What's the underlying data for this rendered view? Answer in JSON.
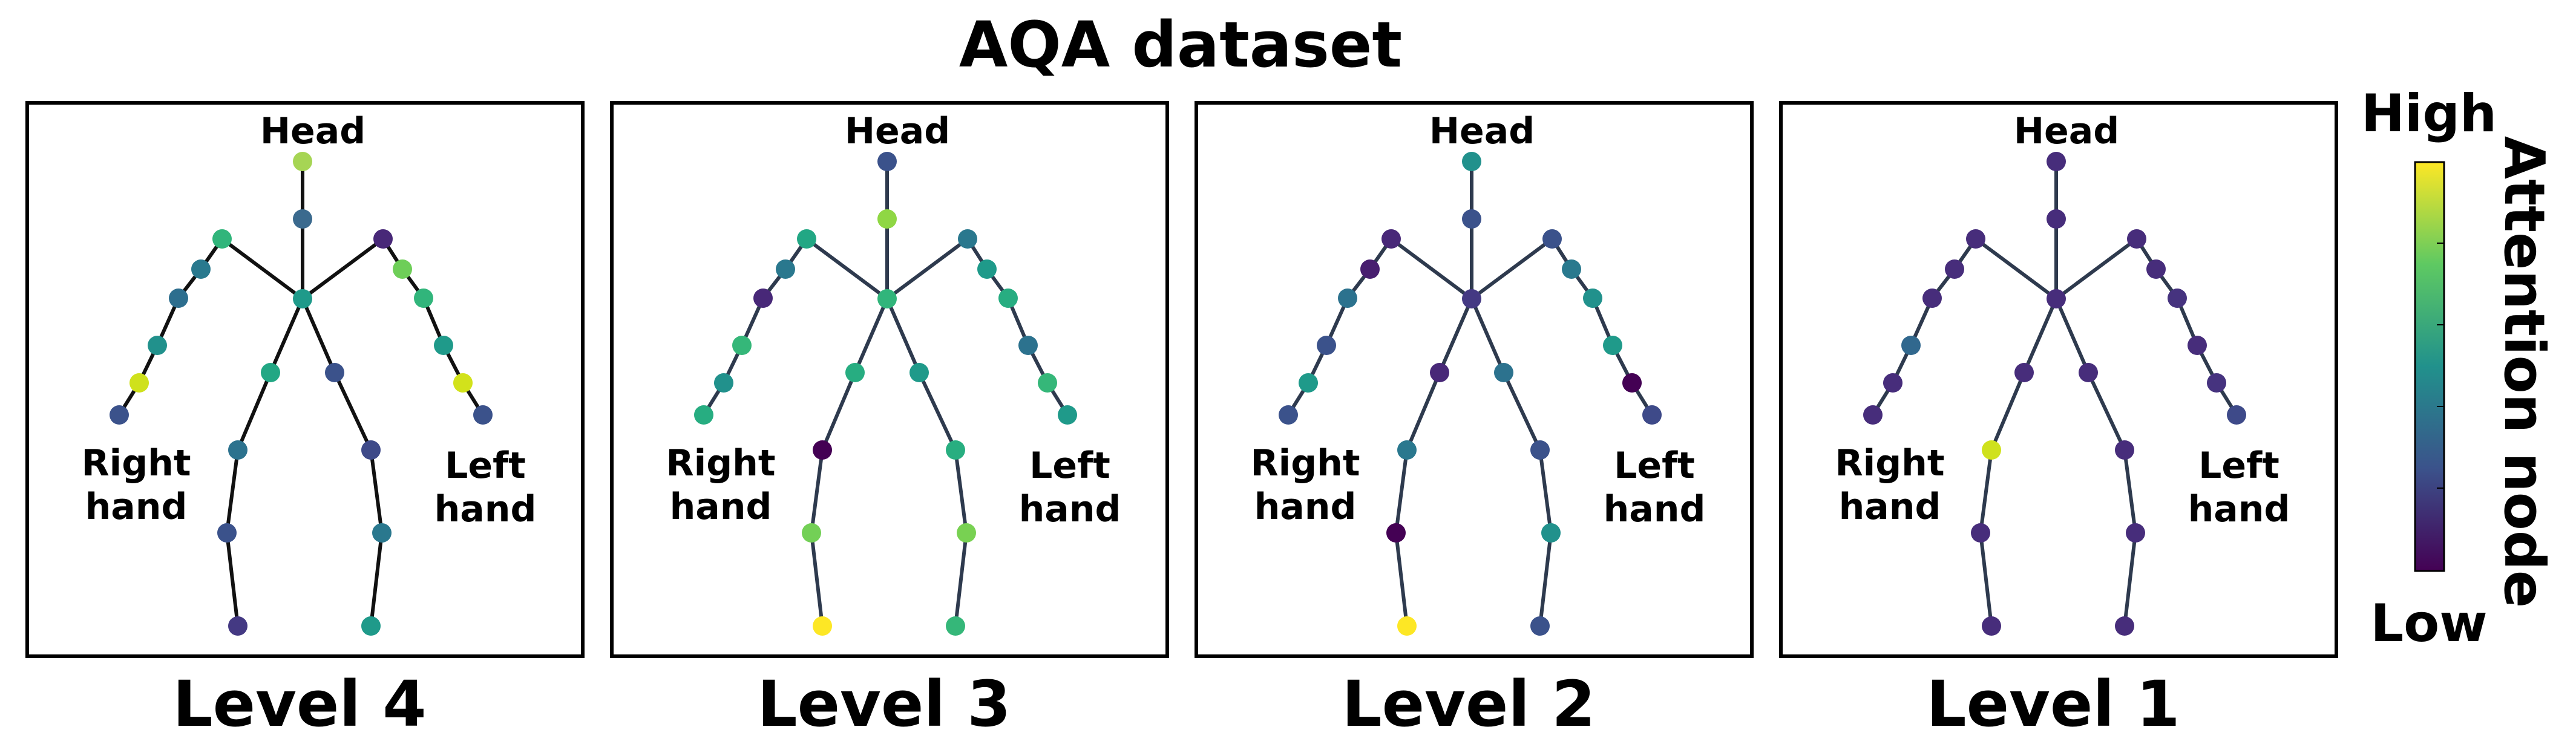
{
  "title": "AQA dataset",
  "labels": {
    "head": "Head",
    "right_hand": [
      "Right",
      "hand"
    ],
    "left_hand": [
      "Left",
      "hand"
    ]
  },
  "colorbar": {
    "high": "High",
    "low": "Low",
    "label": "Attention node",
    "colors": [
      "#fde725",
      "#5ec962",
      "#21918c",
      "#3b528b",
      "#440154"
    ]
  },
  "panels": [
    {
      "level": "Level 4",
      "edge_color": "#111111",
      "joints": [
        "#a6d554",
        "#3b6a8e",
        "#1f9a8a",
        "#31b57b",
        "#29798e",
        "#2d6e8e",
        "#21918c",
        "#cfe11c",
        "#3b528b",
        "#482878",
        "#6ece58",
        "#31b57b",
        "#1f9a8a",
        "#d2e21b",
        "#3b528b",
        "#22a784",
        "#3b528b",
        "#2c728e",
        "#3e4a89",
        "#3b528b",
        "#2a788e",
        "#443983",
        "#1f9a8a"
      ]
    },
    {
      "level": "Level 3",
      "edge_color": "#2e3a4e",
      "joints": [
        "#3b528b",
        "#8fd744",
        "#31b57b",
        "#22a784",
        "#2a788e",
        "#482878",
        "#35b779",
        "#21918c",
        "#27ad81",
        "#2a788e",
        "#1f9a8a",
        "#27ad81",
        "#2c728e",
        "#35b779",
        "#1f9a8a",
        "#27ad81",
        "#1f9a8a",
        "#440154",
        "#28ae80",
        "#73d056",
        "#78d152",
        "#fde725",
        "#35b779"
      ]
    },
    {
      "level": "Level 2",
      "edge_color": "#2e3a4e",
      "joints": [
        "#21918c",
        "#3b528b",
        "#443983",
        "#482878",
        "#481e6f",
        "#2c728e",
        "#3b528b",
        "#1f9a8a",
        "#3b528b",
        "#3b528b",
        "#29798e",
        "#21918c",
        "#1f9a8a",
        "#440154",
        "#3e4a89",
        "#482878",
        "#2c728e",
        "#2a788e",
        "#3b528b",
        "#440154",
        "#21918c",
        "#fde725",
        "#3b528b"
      ]
    },
    {
      "level": "Level 1",
      "edge_color": "#2e3a4e",
      "joints": [
        "#472d7b",
        "#472d7b",
        "#472d7b",
        "#472d7b",
        "#472d7b",
        "#472d7b",
        "#31688e",
        "#472d7b",
        "#472d7b",
        "#472d7b",
        "#472d7b",
        "#46337f",
        "#472d7b",
        "#46337f",
        "#3e4a89",
        "#472d7b",
        "#472d7b",
        "#cfe11c",
        "#472d7b",
        "#472d7b",
        "#472d7b",
        "#472d7b",
        "#472d7b"
      ]
    }
  ]
}
